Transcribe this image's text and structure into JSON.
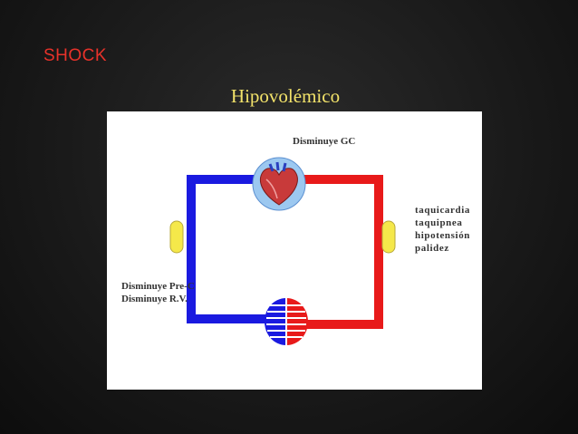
{
  "slide": {
    "title": "SHOCK",
    "subtitle": "Hipovolémico"
  },
  "diagram": {
    "top_label": "Disminuye GC",
    "right_labels": [
      "taquicardia",
      "taquipnea",
      "hipotensión",
      "palidez"
    ],
    "left_labels": [
      "Disminuye Pre-C",
      "Disminuye R.V."
    ],
    "colors": {
      "venous": "#1a1ae0",
      "arterial": "#e81a1a",
      "vessel_marker": "#f5e84a"
    },
    "icons": [
      "heart-icon",
      "capillary-bed-icon"
    ]
  }
}
